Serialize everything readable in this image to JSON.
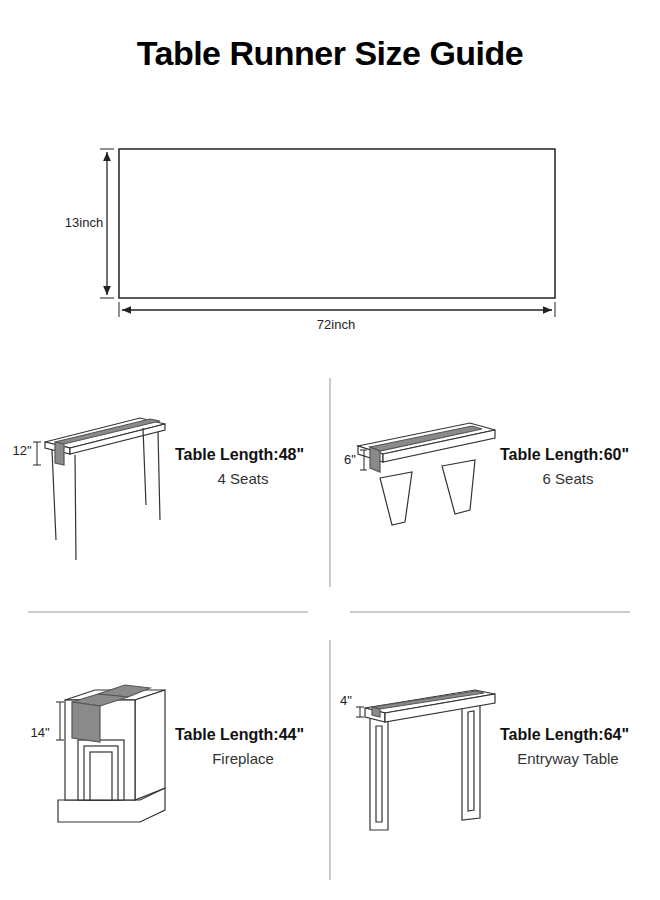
{
  "diagram": {
    "title": "Table Runner Size Guide",
    "labels": [
      "13inch",
      "72inch",
      "12\"",
      "Table Length:48\"",
      "4 Seats",
      "6\"",
      "Table Length:60\"",
      "6 Seats",
      "14\"",
      "Table Length:44\"",
      "Fireplace",
      "4\"",
      "Table Length:64\"",
      "Entryway Table"
    ]
  }
}
